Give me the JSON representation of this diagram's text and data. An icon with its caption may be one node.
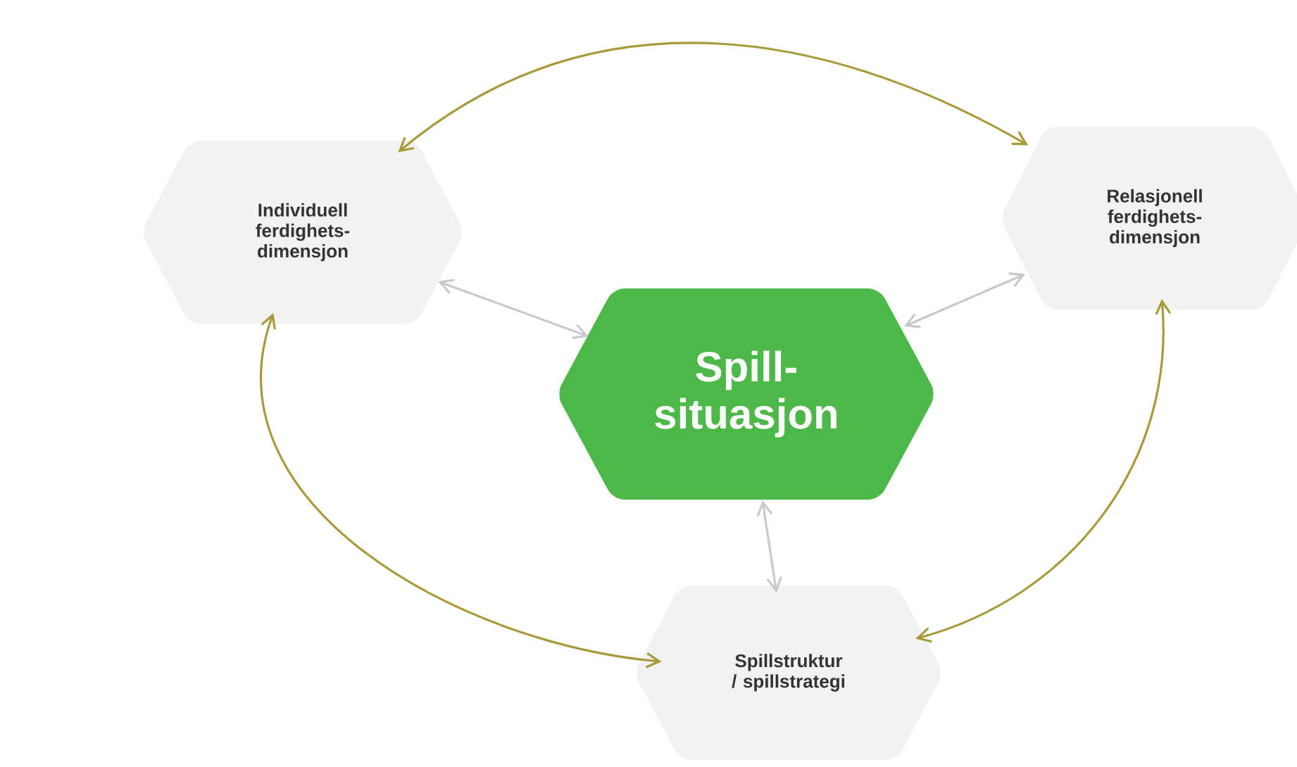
{
  "diagram": {
    "nodes": [
      {
        "text": [
          "Spill- situasjon"
        ]
      },
      {
        "text": [
          "Individuell ferdighets- dimensjon"
        ]
      },
      {
        "text": [
          "Relasjonell ferdighets- dimensjon"
        ]
      },
      {
        "text": [
          "Spillstruktur / spillstrategi"
        ]
      }
    ],
    "edges": [
      {
        "from": 1,
        "to": 0,
        "arrow": "both",
        "color": "#c5cacf"
      },
      {
        "from": 2,
        "to": 0,
        "arrow": "both",
        "color": "#c5cacf"
      },
      {
        "from": 0,
        "to": 3,
        "arrow": "both",
        "color": "#c5cacf"
      },
      {
        "from": 1,
        "to": 2,
        "arrow": "both",
        "color": "#a89a3a"
      },
      {
        "from": 1,
        "to": 3,
        "arrow": "both",
        "color": "#a89a3a"
      },
      {
        "from": 2,
        "to": 3,
        "arrow": "both",
        "color": "#a89a3a"
      }
    ]
  }
}
